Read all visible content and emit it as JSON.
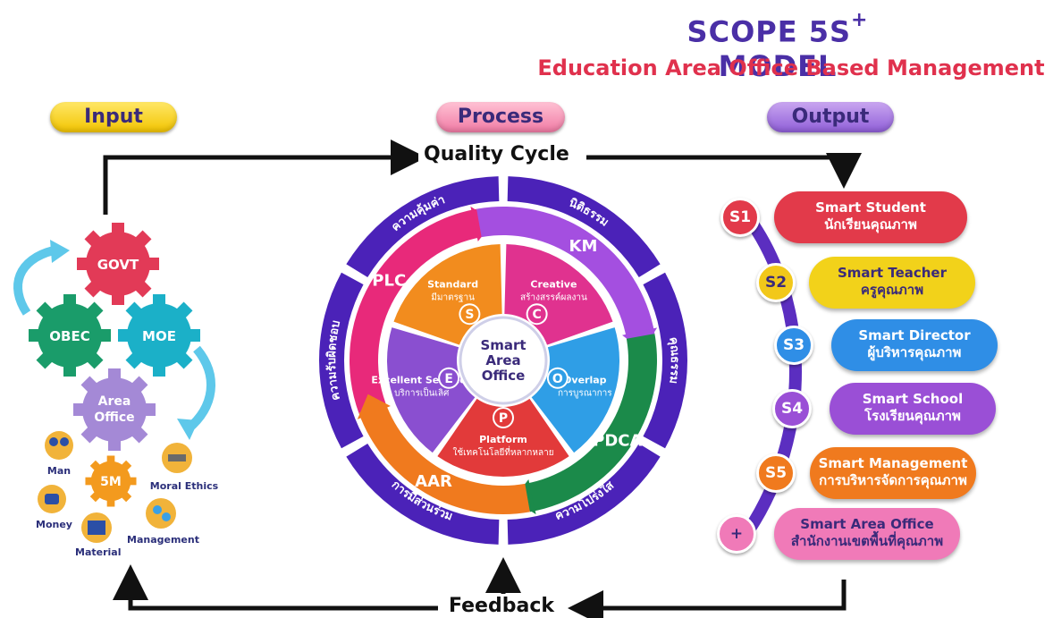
{
  "title": {
    "main": "SCOPE  5S",
    "sup": "+",
    "main_end": " MODEL",
    "sub": "Education Area Office Based Management"
  },
  "stages": {
    "input": "Input",
    "process": "Process",
    "output": "Output"
  },
  "flow": {
    "top": "Quality Cycle",
    "bottom": "Feedback"
  },
  "input": {
    "gears": [
      {
        "label": "GOVT",
        "color": "#e23a57"
      },
      {
        "label": "OBEC",
        "color": "#1a9c6a"
      },
      {
        "label": "MOE",
        "color": "#1bb0c8"
      },
      {
        "label": "Area Office",
        "color": "#a489d6"
      }
    ],
    "resources": [
      "Man",
      "Money",
      "5M",
      "Moral Ethics",
      "Material",
      "Management"
    ]
  },
  "process": {
    "outer_ring": [
      "ความคุ้มค่า",
      "นิติธรรม",
      "คุณธรรม",
      "ความโปร่งใส",
      "การมีส่วนร่วม",
      "ความรับผิดชอบ"
    ],
    "cycle": [
      "PLC",
      "KM",
      "PDCA",
      "AAR"
    ],
    "segments": [
      {
        "letter": "S",
        "en": "Standard",
        "th": "มีมาตรฐาน",
        "color": "#f28c1e"
      },
      {
        "letter": "C",
        "en": "Creative",
        "th": "สร้างสรรค์ผลงาน",
        "color": "#e0328f"
      },
      {
        "letter": "O",
        "en": "Overlap",
        "th": "การบูรณาการ",
        "color": "#2f9ee6"
      },
      {
        "letter": "P",
        "en": "Platform",
        "th": "ใช้เทคโนโลยีที่หลากหลาย",
        "color": "#e23a3a"
      },
      {
        "letter": "E",
        "en": "Excellent Services",
        "th": "บริการเป็นเลิศ",
        "color": "#8a4fd0"
      }
    ],
    "center": "Smart Area Office"
  },
  "output": [
    {
      "badge": "S1",
      "en": "Smart Student",
      "th": "นักเรียนคุณภาพ",
      "color": "#e23a4a",
      "text": "#ffffff",
      "badge_color": "#e23a4a"
    },
    {
      "badge": "S2",
      "en": "Smart Teacher",
      "th": "ครูคุณภาพ",
      "color": "#f2d21a",
      "text": "#3a2a7a",
      "badge_color": "#f2c81a"
    },
    {
      "badge": "S3",
      "en": "Smart Director",
      "th": "ผู้บริหารคุณภาพ",
      "color": "#2f8ee6",
      "text": "#ffffff",
      "badge_color": "#2f8ee6"
    },
    {
      "badge": "S4",
      "en": "Smart School",
      "th": "โรงเรียนคุณภาพ",
      "color": "#9a4fd6",
      "text": "#ffffff",
      "badge_color": "#9a4fd6"
    },
    {
      "badge": "S5",
      "en": "Smart Management",
      "th": "การบริหารจัดการคุณภาพ",
      "color": "#f07a1e",
      "text": "#ffffff",
      "badge_color": "#f07a1e"
    },
    {
      "badge": "+",
      "en": "Smart Area Office",
      "th": "สำนักงานเขตพื้นที่คุณภาพ",
      "color": "#f07ab8",
      "text": "#3a2a7a",
      "badge_color": "#f07ab8"
    }
  ]
}
